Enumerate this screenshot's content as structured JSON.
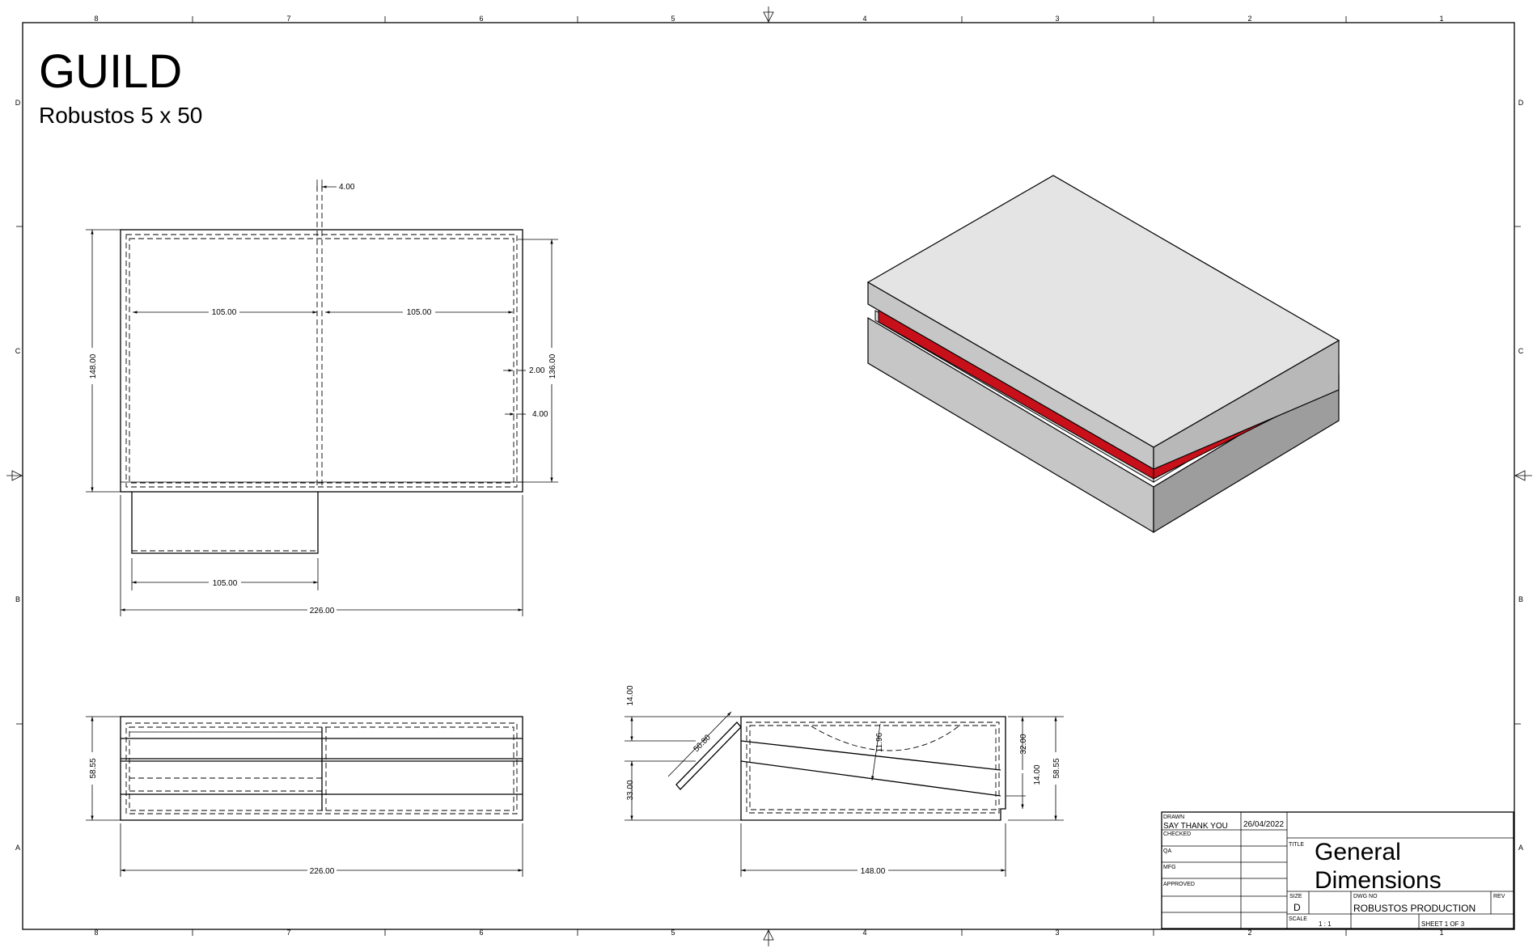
{
  "title_block": {
    "heading": "GUILD",
    "subheading": "Robustos 5 x 50",
    "drawn_label": "DRAWN",
    "drawn_by": "SAY THANK YOU",
    "drawn_date": "26/04/2022",
    "checked_label": "CHECKED",
    "qa_label": "QA",
    "mfg_label": "MFG",
    "approved_label": "APPROVED",
    "title_label": "TITLE",
    "title_line1": "General",
    "title_line2": "Dimensions",
    "size_label": "SIZE",
    "size": "D",
    "dwg_no_label": "DWG NO",
    "dwg_no": "ROBUSTOS PRODUCTION",
    "rev_label": "REV",
    "scale_label": "SCALE",
    "scale": "1 : 1",
    "sheet": "SHEET 1  OF 3"
  },
  "border": {
    "top_zones": [
      "8",
      "7",
      "6",
      "5",
      "4",
      "3",
      "2",
      "1"
    ],
    "side_zones": [
      "D",
      "C",
      "B",
      "A"
    ]
  },
  "top_view": {
    "dim_105_left": "105.00",
    "dim_105_right": "105.00",
    "dim_4_top": "4.00",
    "dim_148": "148.00",
    "dim_136": "136.00",
    "dim_2": "2.00",
    "dim_4_right": "4.00",
    "dim_105_bottom": "105.00",
    "dim_226": "226.00"
  },
  "front_view": {
    "dim_58_55": "58.55",
    "dim_226": "226.00"
  },
  "side_view": {
    "dim_14_top": "14.00",
    "dim_33": "33.00",
    "dim_50_80": "50.80",
    "dim_11_96": "11.96",
    "dim_32": "32.00",
    "dim_14_right": "14.00",
    "dim_58_55": "58.55",
    "dim_148": "148.00"
  },
  "colors": {
    "line": "#000000",
    "iso_top": "#e4e4e4",
    "iso_front": "#c6c6c6",
    "iso_side": "#9d9d9d",
    "lining": "#c8101a"
  }
}
